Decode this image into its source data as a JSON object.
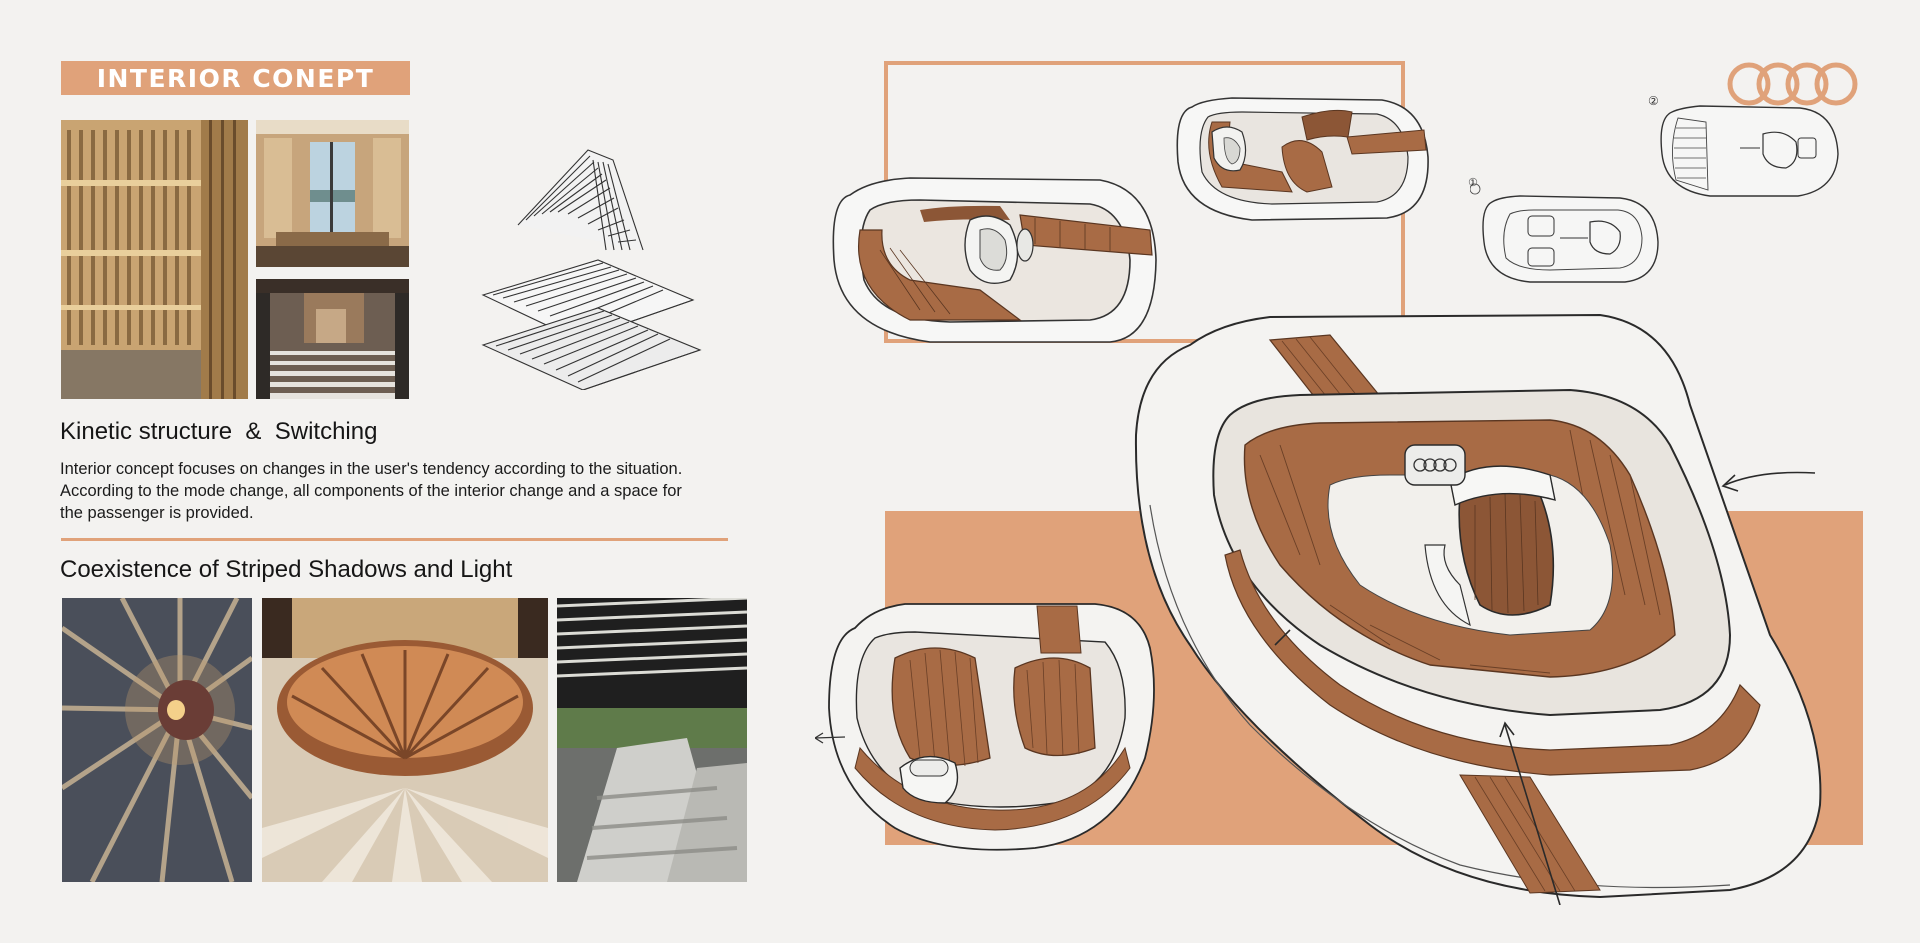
{
  "header": {
    "badge_label": "INTERIOR CONEPT"
  },
  "section_kinetic": {
    "heading": "Kinetic structure  &  Switching",
    "body_lines": [
      "Interior concept focuses on changes in the user's tendency according to the situation.",
      "According to the mode change, all components of the interior change and a space for",
      "the passenger is provided."
    ]
  },
  "section_shadows": {
    "heading": "Coexistence of Striped Shadows and Light"
  },
  "sketch_annotations": {
    "step_one": "①",
    "step_two": "②"
  },
  "colors": {
    "accent": "#e0a27a",
    "wood": "#a86b45",
    "wood_dark": "#7a4a2e",
    "paper": "#f3f2f0",
    "ink": "#2a2a2a"
  },
  "icons": {
    "brand_logo": "four-rings-logo",
    "kinetic_model": "folded-slat-structure"
  }
}
